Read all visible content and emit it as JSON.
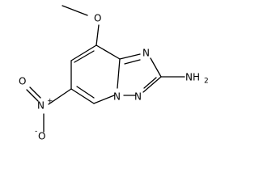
{
  "molecule": {
    "atoms": {
      "methoxy_o": "O",
      "ring_n_upper": "N",
      "ring_n_bridge": "N",
      "ring_n_lower": "N",
      "amine": "NH",
      "amine_subscript": "2",
      "nitro_n": "N",
      "nitro_n_charge": "+",
      "nitro_o_top": "O",
      "nitro_o_bottom": "O",
      "nitro_o_bottom_charge": "-"
    }
  }
}
